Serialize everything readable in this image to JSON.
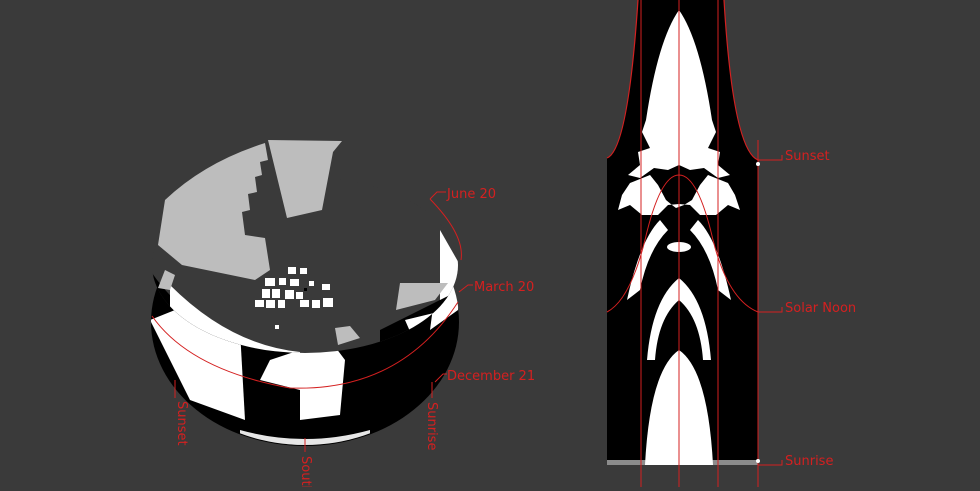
{
  "colors": {
    "background": "#3a3a3a",
    "annotation": "#d42020",
    "shade": "#000000",
    "exposed": "#ffffff",
    "context_mass": "#bdbdbd"
  },
  "dome_labels": {
    "june": "June 20",
    "march": "March 20",
    "december": "December 21",
    "sunset": "Sunset",
    "sunrise": "Sunrise",
    "south": "South"
  },
  "chart_labels": {
    "sunset": "Sunset",
    "solar_noon": "Solar Noon",
    "sunrise": "Sunrise"
  }
}
